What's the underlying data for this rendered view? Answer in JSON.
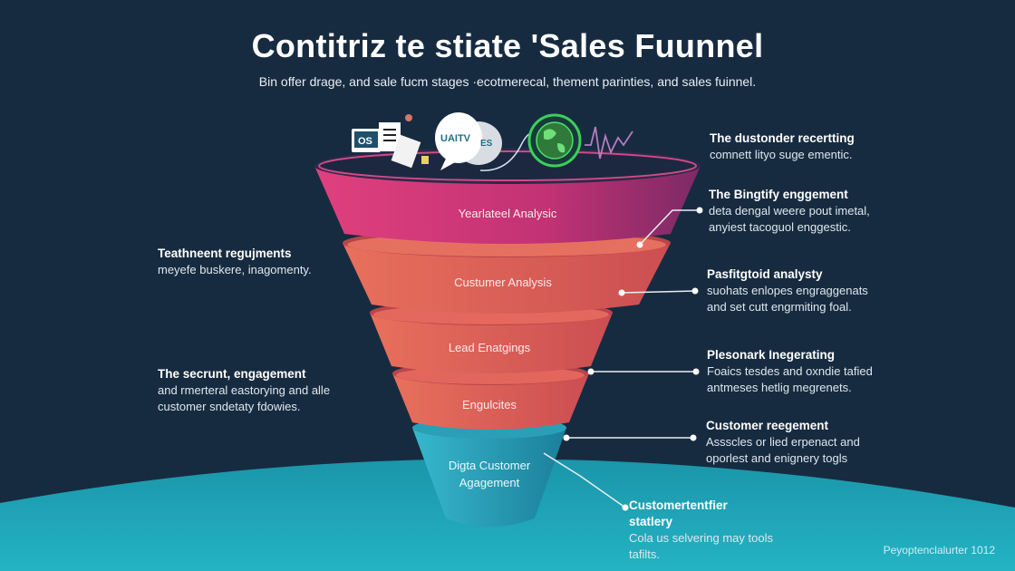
{
  "header": {
    "title": "Contitriz te stiate 'Sales Fuunnel",
    "subtitle": "Bin offer drage, and sale fucm stages ·ecotmerecal, thement parinties, and sales fuinnel."
  },
  "icons": {
    "computer_label": "OS",
    "bubble_label": "UAITV",
    "bubble_label_2": "ES"
  },
  "funnel": {
    "stages": [
      {
        "label": "Yearlateel Analysic",
        "color": "#c93579"
      },
      {
        "label": "Custumer Analysis",
        "color": "#e2625a"
      },
      {
        "label": "Lead Enatgings",
        "color": "#e0605a"
      },
      {
        "label": "Engulcites",
        "color": "#dc5d58"
      },
      {
        "label": "Digta Customer Agagement",
        "color": "#2aa1b8"
      }
    ]
  },
  "left_notes": [
    {
      "title": "Teathneent regujments",
      "body": "meyefe buskere, inagomenty."
    },
    {
      "title": "The secrunt, engagement",
      "body": "and rmerteral eastorying and alle customer sndetaty fdowies."
    }
  ],
  "right_notes": [
    {
      "title": "The dustonder recertting",
      "body": "comnett lityo suge ementic."
    },
    {
      "title": "The Bingtify enggement",
      "body": "deta dengal weere pout imetal, anyiest tacoguol enggestic."
    },
    {
      "title": "Pasfitgtoid analysty",
      "body": "suohats enlopes engraggenats and set cutt engrmiting foal."
    },
    {
      "title": "Plesonark Inegerating",
      "body": "Foaics tesdes and oxndie tafied antmeses hetlig megrenets."
    },
    {
      "title": "Customer reegement",
      "body": "Assscles or lied erpenact and oporlest and enignery togls"
    },
    {
      "title": "Customertentfier statlery",
      "body": "Cola us selvering may tools tafilts."
    }
  ],
  "footer": "Peyoptenclalurter 1012",
  "colors": {
    "background": "#172b40",
    "ground": "#1ea2b4",
    "magenta": "#c93579",
    "coral": "#e2625a",
    "teal": "#2aa1b8"
  }
}
